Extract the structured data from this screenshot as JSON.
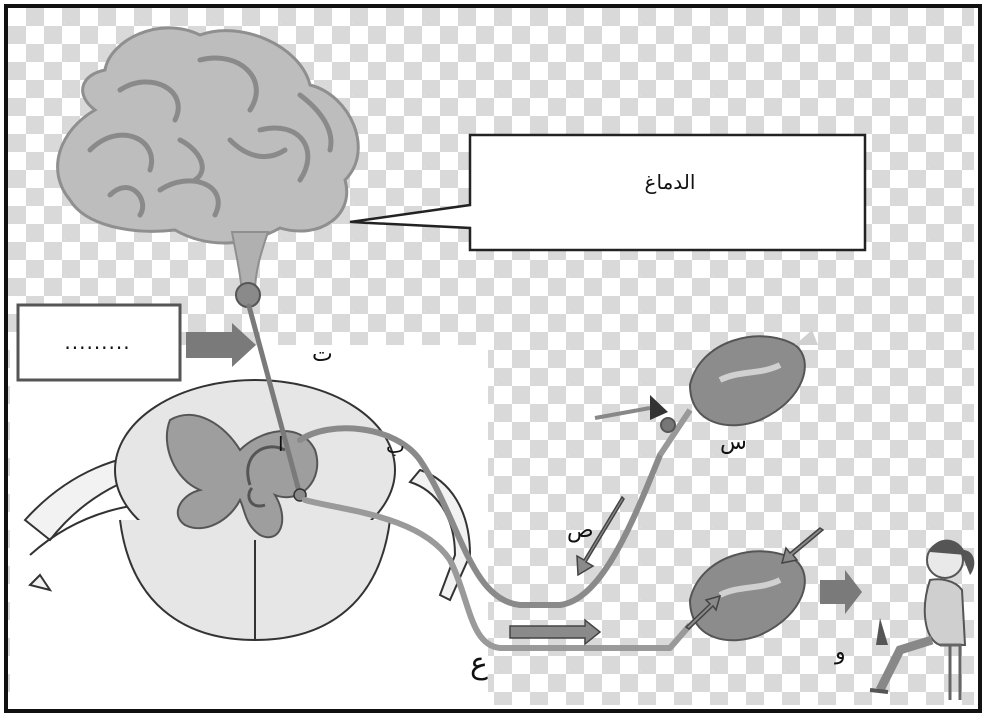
{
  "callout": {
    "brain_label": "الدماغ"
  },
  "answer_box": {
    "placeholder_text": "........."
  },
  "letters": {
    "t": "ت",
    "a": "ا",
    "b": "ب",
    "s": "س",
    "sad": "ص",
    "ain": "ع",
    "waw": "و"
  }
}
